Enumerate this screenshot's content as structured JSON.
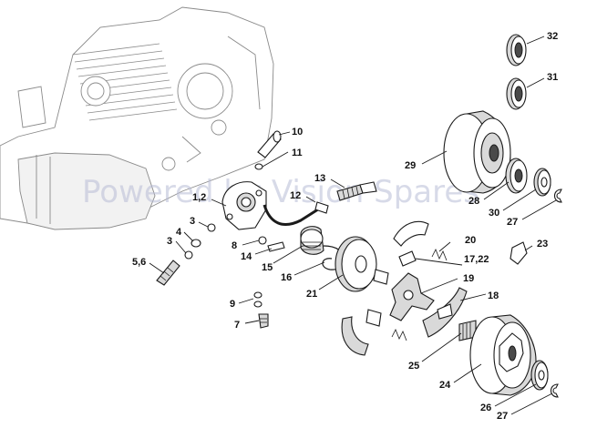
{
  "watermark": "Powered by Vision Spares",
  "callouts": [
    {
      "id": "c32",
      "label": "32"
    },
    {
      "id": "c31",
      "label": "31"
    },
    {
      "id": "c10",
      "label": "10"
    },
    {
      "id": "c11",
      "label": "11"
    },
    {
      "id": "c29",
      "label": "29"
    },
    {
      "id": "c13",
      "label": "13"
    },
    {
      "id": "c12",
      "label": "12"
    },
    {
      "id": "c1_2",
      "label": "1,2"
    },
    {
      "id": "c28",
      "label": "28"
    },
    {
      "id": "c30",
      "label": "30"
    },
    {
      "id": "c27a",
      "label": "27"
    },
    {
      "id": "c3a",
      "label": "3"
    },
    {
      "id": "c4",
      "label": "4"
    },
    {
      "id": "c3b",
      "label": "3"
    },
    {
      "id": "c8",
      "label": "8"
    },
    {
      "id": "c14",
      "label": "14"
    },
    {
      "id": "c20",
      "label": "20"
    },
    {
      "id": "c23",
      "label": "23"
    },
    {
      "id": "c5_6",
      "label": "5,6"
    },
    {
      "id": "c15",
      "label": "15"
    },
    {
      "id": "c16",
      "label": "16"
    },
    {
      "id": "c17_22",
      "label": "17,22"
    },
    {
      "id": "c19",
      "label": "19"
    },
    {
      "id": "c21",
      "label": "21"
    },
    {
      "id": "c18",
      "label": "18"
    },
    {
      "id": "c9",
      "label": "9"
    },
    {
      "id": "c7",
      "label": "7"
    },
    {
      "id": "c25",
      "label": "25"
    },
    {
      "id": "c24",
      "label": "24"
    },
    {
      "id": "c26",
      "label": "26"
    },
    {
      "id": "c27b",
      "label": "27"
    }
  ]
}
